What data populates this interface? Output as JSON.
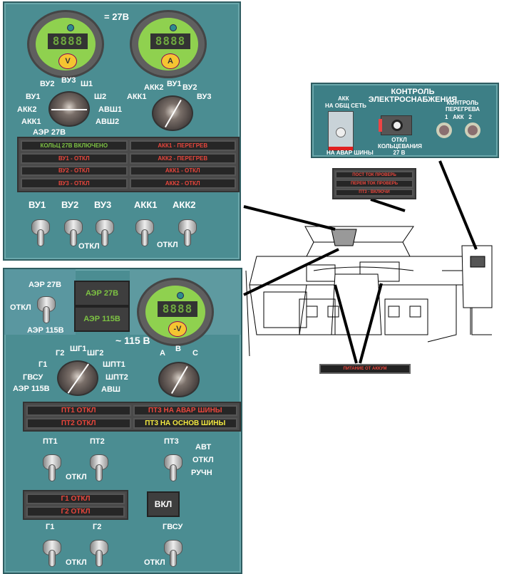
{
  "upper_panel": {
    "voltage_label": "= 27В",
    "voltmeter": {
      "display": "8888",
      "unit": "V"
    },
    "ammeter": {
      "display": "8888",
      "unit": "A"
    },
    "voltage_selector": {
      "positions": [
        "ВУ2",
        "ВУ3",
        "Ш1",
        "ВУ1",
        "Ш2",
        "АКК2",
        "АВШ1",
        "АКК1",
        "АВШ2",
        "АЭР 27В"
      ],
      "selected": "АВШ1"
    },
    "current_selector": {
      "positions": [
        "АКК2",
        "ВУ1",
        "ВУ2",
        "АКК1",
        "ВУ3"
      ],
      "selected": "ВУ2"
    },
    "annunciators": [
      {
        "text": "КОЛЬЦ 27В ВКЛЮЧЕНО",
        "color": "green"
      },
      {
        "text": "АКК1 - ПЕРЕГРЕВ",
        "color": "red"
      },
      {
        "text": "ВУ1 - ОТКЛ",
        "color": "red"
      },
      {
        "text": "АКК2 - ПЕРЕГРЕВ",
        "color": "red"
      },
      {
        "text": "ВУ2 - ОТКЛ",
        "color": "red"
      },
      {
        "text": "АКК1 - ОТКЛ",
        "color": "red"
      },
      {
        "text": "ВУ3 - ОТКЛ",
        "color": "red"
      },
      {
        "text": "АКК2 - ОТКЛ",
        "color": "red"
      }
    ],
    "switches": [
      "ВУ1",
      "ВУ2",
      "ВУ3",
      "АКК1",
      "АКК2"
    ],
    "off_label": "ОТКЛ"
  },
  "control_panel": {
    "title": "КОНТРОЛЬ ЭЛЕКТРОСНАБЖЕНИЯ",
    "akk_top": "АКК",
    "akk_top2": "НА ОБЩ СЕТЬ",
    "akk_bottom": "НА АВАР ШИНЫ",
    "ring_off": "ОТКЛ КОЛЬЦЕВАНИЯ 27 В",
    "overheat": "КОНТРОЛЬ ПЕРЕГРЕВА",
    "overheat_sub": "1   АКК   2"
  },
  "test_annunciators": [
    "ПОСТ ТОК ПРОВЕРЬ",
    "ПЕРЕМ ТОК ПРОВЕРЬ",
    "ПТ3 - ВКЛЮЧИ"
  ],
  "battery_power_label": "ПИТАНИЕ ОТ АККУМ",
  "lower_panel": {
    "apu_switch": {
      "top": "АЭР  27В",
      "mid": "ОТКЛ",
      "bottom": "АЭР  115В"
    },
    "apu_lamps": [
      "АЭР 27В",
      "АЭР 115В"
    ],
    "voltmeter": {
      "display": "8888",
      "unit": "-V"
    },
    "voltage_label": "~ 115 В",
    "voltage_selector": {
      "positions": [
        "Г2",
        "ШГ1",
        "ШГ2",
        "Г1",
        "ШПТ1",
        "ГВСУ",
        "ШПТ2",
        "АЭР 115В",
        "АВШ"
      ],
      "selected": "ШГ2"
    },
    "phase_selector": {
      "positions": [
        "A",
        "B",
        "C"
      ],
      "selected": "C"
    },
    "annunciators": [
      {
        "text": "ПТ1  ОТКЛ",
        "color": "red"
      },
      {
        "text": "ПТ3 НА АВАР ШИНЫ",
        "color": "red"
      },
      {
        "text": "ПТ2  ОТКЛ",
        "color": "red"
      },
      {
        "text": "ПТ3 НА ОСНОВ ШИНЫ",
        "color": "yellow"
      }
    ],
    "inverter_switches": [
      "ПТ1",
      "ПТ2",
      "ПТ3"
    ],
    "pt3_modes": [
      "АВТ",
      "ОТКЛ",
      "РУЧН"
    ],
    "off_label": "ОТКЛ",
    "gen_annunciators": [
      "Г1  ОТКЛ",
      "Г2  ОТКЛ"
    ],
    "on_button": "ВКЛ",
    "gen_switches": [
      "Г1",
      "Г2",
      "ГВСУ"
    ]
  }
}
